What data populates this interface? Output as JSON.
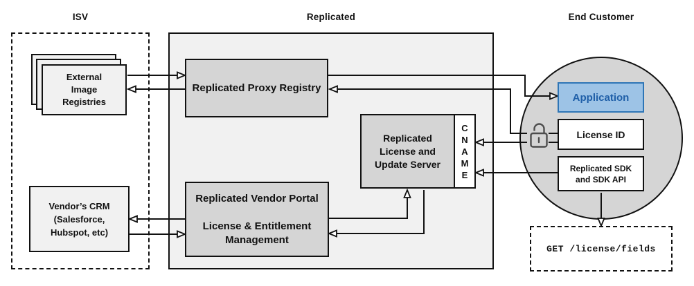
{
  "titles": {
    "isv": "ISV",
    "replicated": "Replicated",
    "end_customer": "End Customer"
  },
  "nodes": {
    "external_image_registries": "External\nImage\nRegistries",
    "vendors_crm": "Vendor’s CRM\n(Salesforce,\nHubspot, etc)",
    "proxy_registry": "Replicated Proxy Registry",
    "license_update_server": "Replicated\nLicense and\nUpdate Server",
    "cname": "C\nN\nA\nM\nE",
    "vendor_portal": "Replicated Vendor Portal\n\nLicense & Entitlement\nManagement",
    "application": "Application",
    "license_id": "License ID",
    "replicated_sdk": "Replicated SDK\nand SDK API",
    "get_endpoint": "GET /license/fields"
  },
  "icons": {
    "lock": "open-padlock"
  },
  "edges": [
    {
      "from": "external-image-registries",
      "to": "proxy-registry"
    },
    {
      "from": "proxy-registry",
      "to": "external-image-registries"
    },
    {
      "from": "proxy-registry",
      "to": "application"
    },
    {
      "from": "license-id",
      "to": "proxy-registry"
    },
    {
      "from": "license-id",
      "to": "cname"
    },
    {
      "from": "replicated-sdk",
      "to": "cname"
    },
    {
      "from": "vendor-portal",
      "to": "license-update-server"
    },
    {
      "from": "license-update-server",
      "to": "vendor-portal"
    },
    {
      "from": "vendor-portal",
      "to": "vendors-crm"
    },
    {
      "from": "vendors-crm",
      "to": "vendor-portal"
    },
    {
      "from": "replicated-sdk",
      "to": "get-endpoint"
    }
  ],
  "colors": {
    "node_gray": "#d5d5d5",
    "panel_gray": "#f1f1f1",
    "app_fill": "#9dc3e6",
    "app_border": "#2e75b6",
    "app_text": "#1f5fa8",
    "line": "#111111",
    "arrow_fill": "#ffffff",
    "lock": "#4d4d4d"
  }
}
